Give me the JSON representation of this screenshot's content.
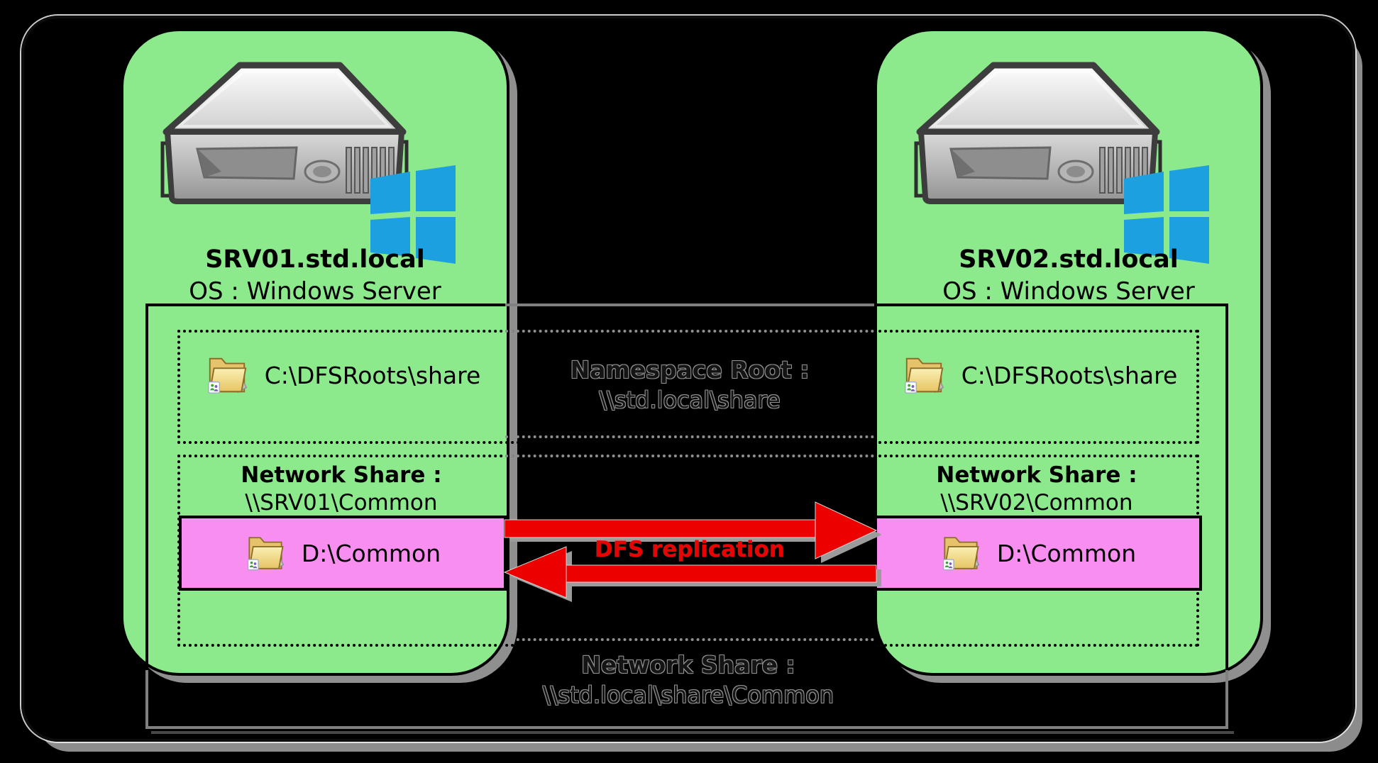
{
  "servers": [
    {
      "hostname": "SRV01.std.local",
      "os": "OS : Windows Server",
      "dfs_root": "C:\\DFSRoots\\share",
      "share_label": "Network Share :",
      "share_path": "\\\\SRV01\\Common",
      "local_folder": "D:\\Common"
    },
    {
      "hostname": "SRV02.std.local",
      "os": "OS : Windows Server",
      "dfs_root": "C:\\DFSRoots\\share",
      "share_label": "Network Share :",
      "share_path": "\\\\SRV02\\Common",
      "local_folder": "D:\\Common"
    }
  ],
  "namespace": {
    "label": "Namespace Root :",
    "path": "\\\\std.local\\share"
  },
  "replication": {
    "label": "DFS replication"
  },
  "bottom_share": {
    "label": "Network Share :",
    "path": "\\\\std.local\\share\\Common"
  },
  "icons": {
    "server": "server-icon",
    "windows_logo": "windows-logo-icon",
    "shared_folder": "shared-folder-icon",
    "arrows": "dfs-replication-arrows-icon"
  },
  "colors": {
    "panel_green": "#8CE98C",
    "replica_pink": "#F78EF0",
    "arrow_red": "#ED0000",
    "windows_blue": "#1CA0E0",
    "folder_yellow": "#EACB72",
    "shadow_gray": "#8f8f8f",
    "background": "#000000"
  }
}
